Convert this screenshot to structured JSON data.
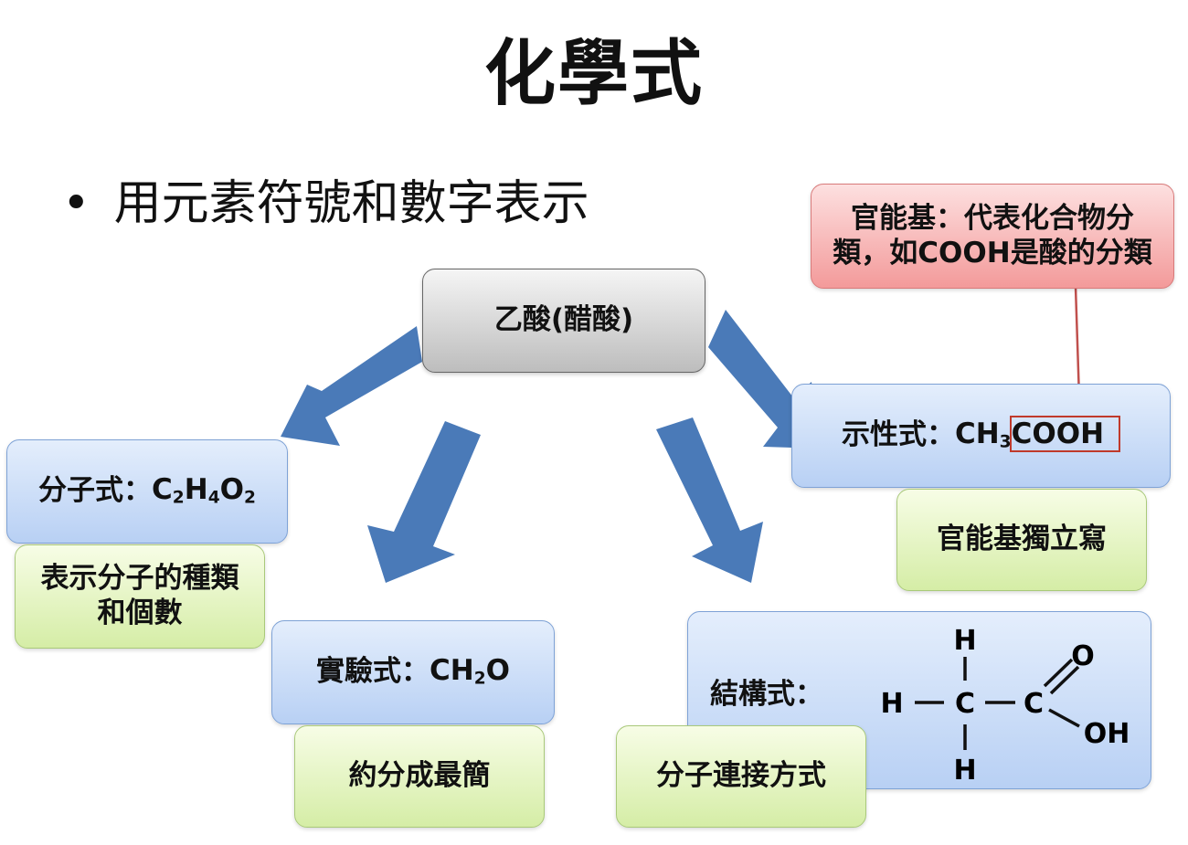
{
  "title": "化學式",
  "bullet": "用元素符號和數字表示",
  "center_box": "乙酸(醋酸)",
  "molecular_formula": {
    "label": "分子式：",
    "formula": [
      "C",
      "2",
      "H",
      "4",
      "O",
      "2"
    ],
    "note": "表示分子的種類和個數"
  },
  "empirical_formula": {
    "label": "實驗式：",
    "formula": [
      "CH",
      "2",
      "O"
    ],
    "note": "約分成最簡"
  },
  "condensed_formula": {
    "label": "示性式：",
    "formula": [
      "CH",
      "3",
      "COOH"
    ],
    "note": "官能基獨立寫"
  },
  "functional_group": {
    "text": "官能基：代表化合物分類，如COOH是酸的分類"
  },
  "structural_formula": {
    "label": "結構式：",
    "note": "分子連接方式",
    "atoms": {
      "h_top": "H",
      "h_left": "H",
      "c1": "C",
      "c2": "C",
      "h_bottom": "H",
      "o_top": "O",
      "oh": "OH"
    }
  },
  "colors": {
    "arrow": "#4a7ab8",
    "connector": "#c0504d"
  }
}
